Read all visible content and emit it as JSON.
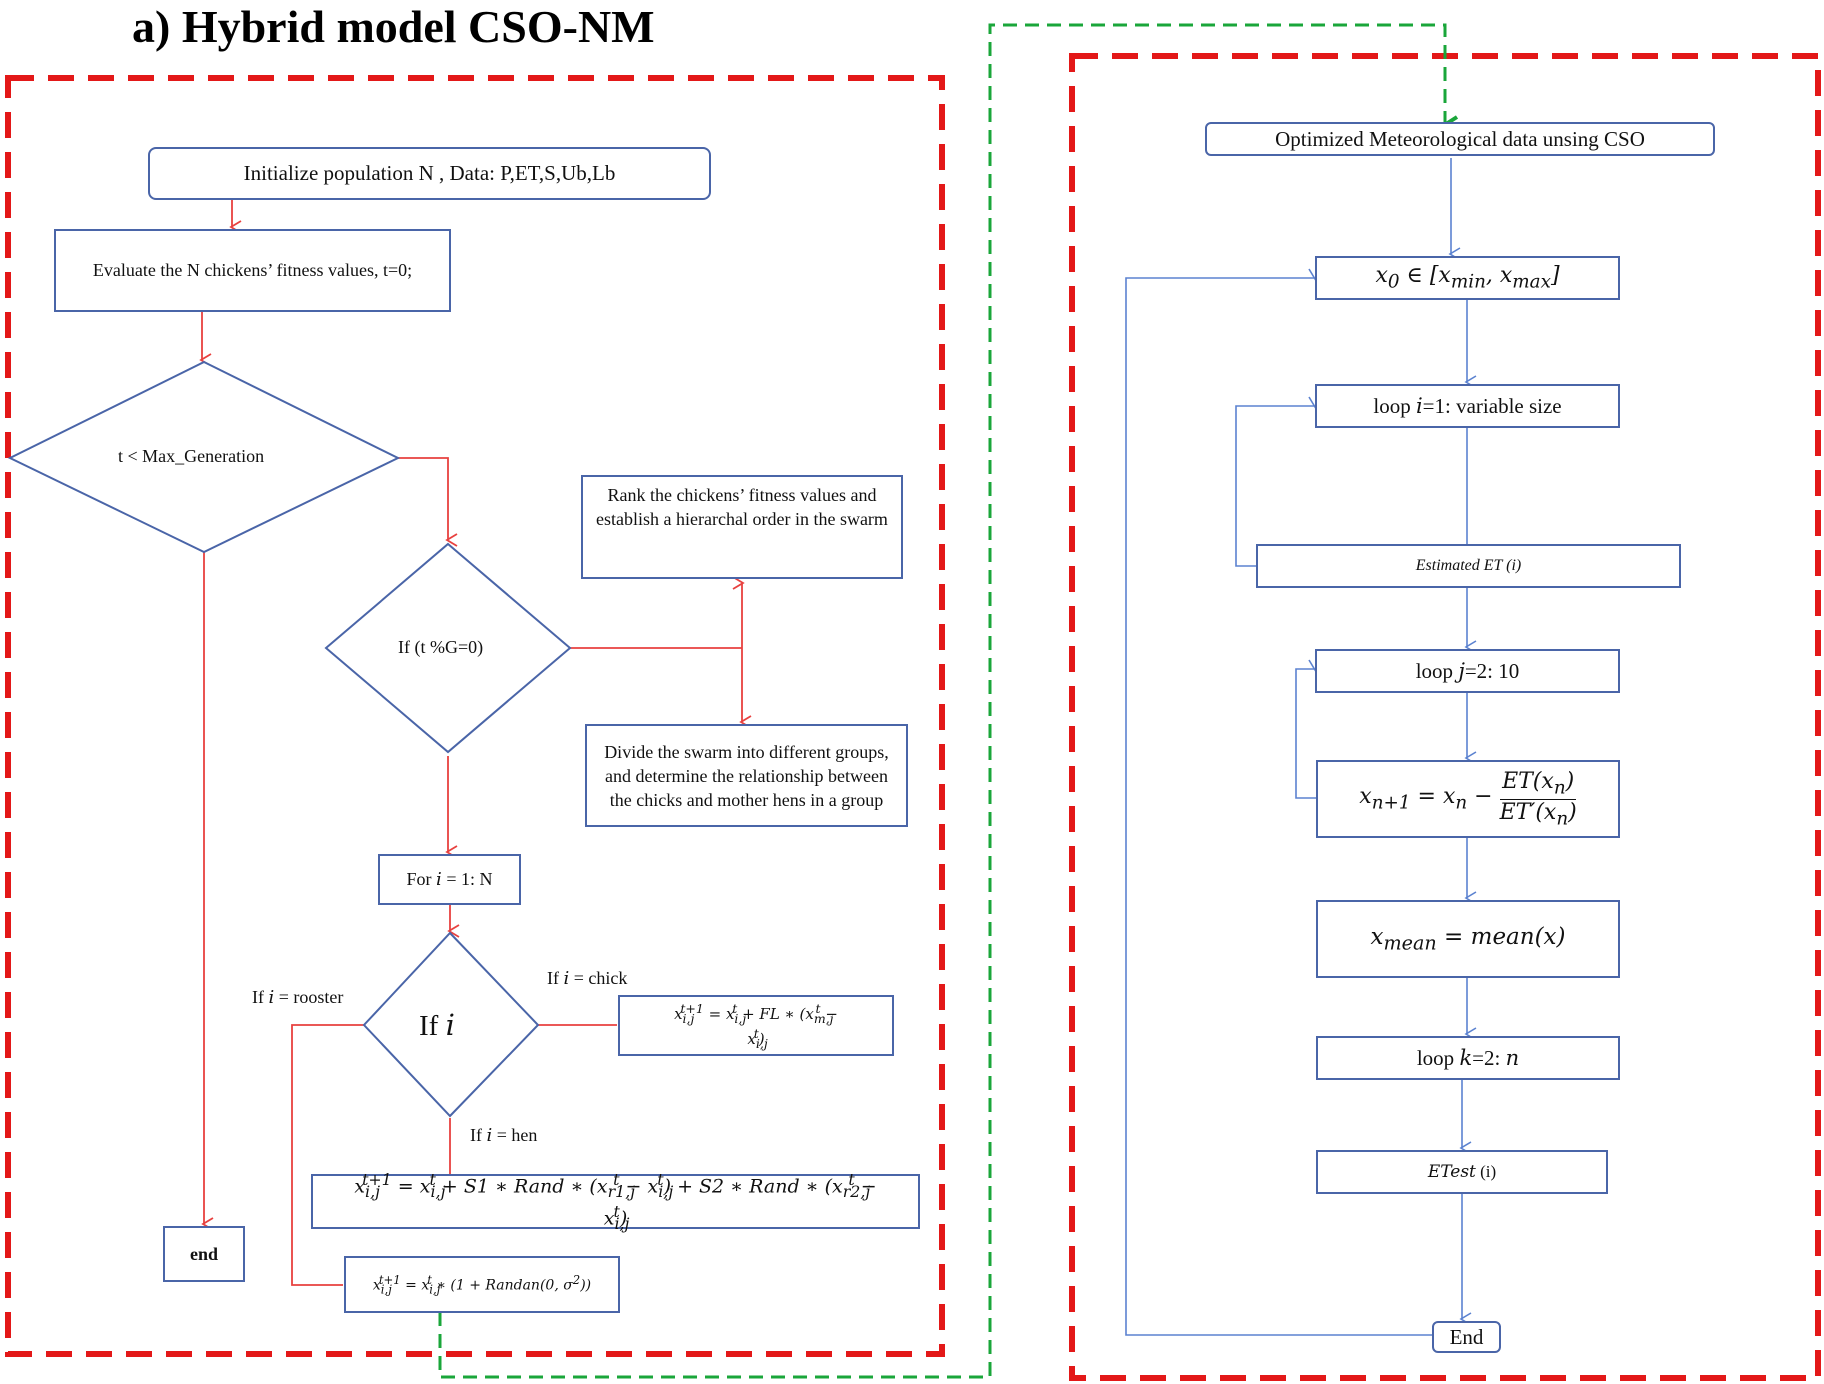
{
  "title": "a) Hybrid model CSO-NM",
  "left_flow": {
    "init": "Initialize population N , Data: P,ET,S,Ub,Lb",
    "evaluate": "Evaluate the N chickens’ fitness values, t=0;",
    "cond_max_gen": "t < Max_Generation",
    "cond_mod": "If (t %G=0)",
    "rank": "Rank the chickens’ fitness values and establish a hierarchal order in the swarm",
    "divide": "Divide the swarm into different groups, and determine the relationship between the chicks and mother hens in a group",
    "for_loop": "For i = 1: N",
    "cond_i": "If i",
    "label_rooster": "If i = rooster",
    "label_chick": "If i = chick",
    "label_hen": "If i = hen",
    "eq_chick": "x_{i,j}^{t+1} = x_{i,j}^t + FL * (x_{m,j}^t − x_{i,j}^t)",
    "eq_hen": "x_{i,j}^{t+1} = x_{i,j}^t + S1 * Rand * (x_{r1,j}^t − x_{i,j}^t) + S2 * Rand * (x_{r2,j}^t − x_{i,j}^t)",
    "eq_rooster": "x_{i,j}^{t+1} = x_{i,j}^t * (1 + Randan(0,σ^2))",
    "end": "end"
  },
  "right_flow": {
    "optimized": "Optimized Meteorological data unsing CSO",
    "x0": "x_0 ∈ [x_min, x_max]",
    "loop_i": "loop i=1: variable size",
    "estimated": "Estimated ET (i)",
    "loop_j": "loop j=2: 10",
    "newton": "x_{n+1} = x_n − ET(x_n) / ET′(x_n)",
    "mean": "x_mean = mean(x)",
    "loop_k": "loop k=2: n",
    "etest": "ETest (i)",
    "end": "End"
  },
  "colors": {
    "frame_red": "#e31818",
    "frame_green": "#1aa63a",
    "arrow_red": "#e8413f",
    "arrow_blue": "#5b82d0",
    "box_border": "#4a65a8"
  }
}
